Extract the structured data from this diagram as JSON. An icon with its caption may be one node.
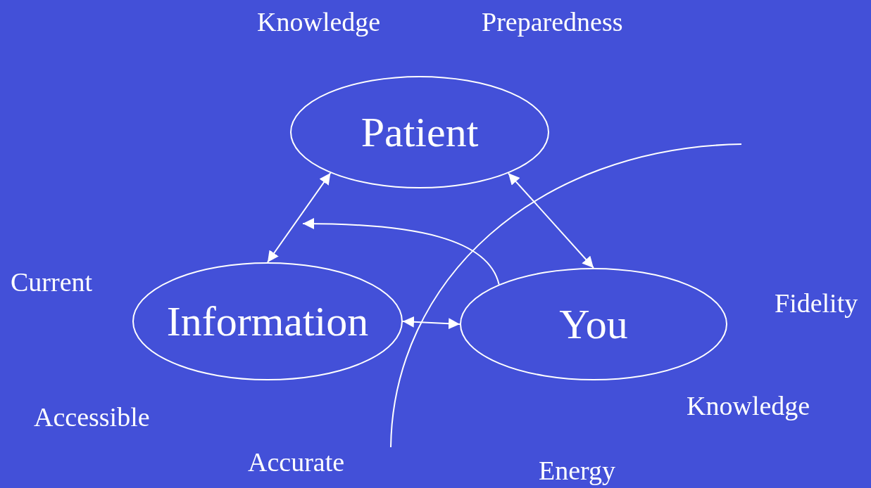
{
  "diagram": {
    "nodes": [
      {
        "text": [
          "Patient"
        ]
      },
      {
        "text": [
          "Information"
        ]
      },
      {
        "text": [
          "You"
        ]
      }
    ],
    "edges": [
      {
        "from": 0,
        "to": 1,
        "arrow": "both"
      },
      {
        "from": 0,
        "to": 2,
        "arrow": "both"
      },
      {
        "from": 1,
        "to": 2,
        "arrow": "both"
      },
      {
        "from": 2,
        "to": null,
        "arrow": "to"
      }
    ],
    "labels": [
      "Knowledge",
      "Preparedness",
      "Current",
      "Fidelity",
      "Accessible",
      "Knowledge",
      "Accurate",
      "Energy"
    ]
  }
}
